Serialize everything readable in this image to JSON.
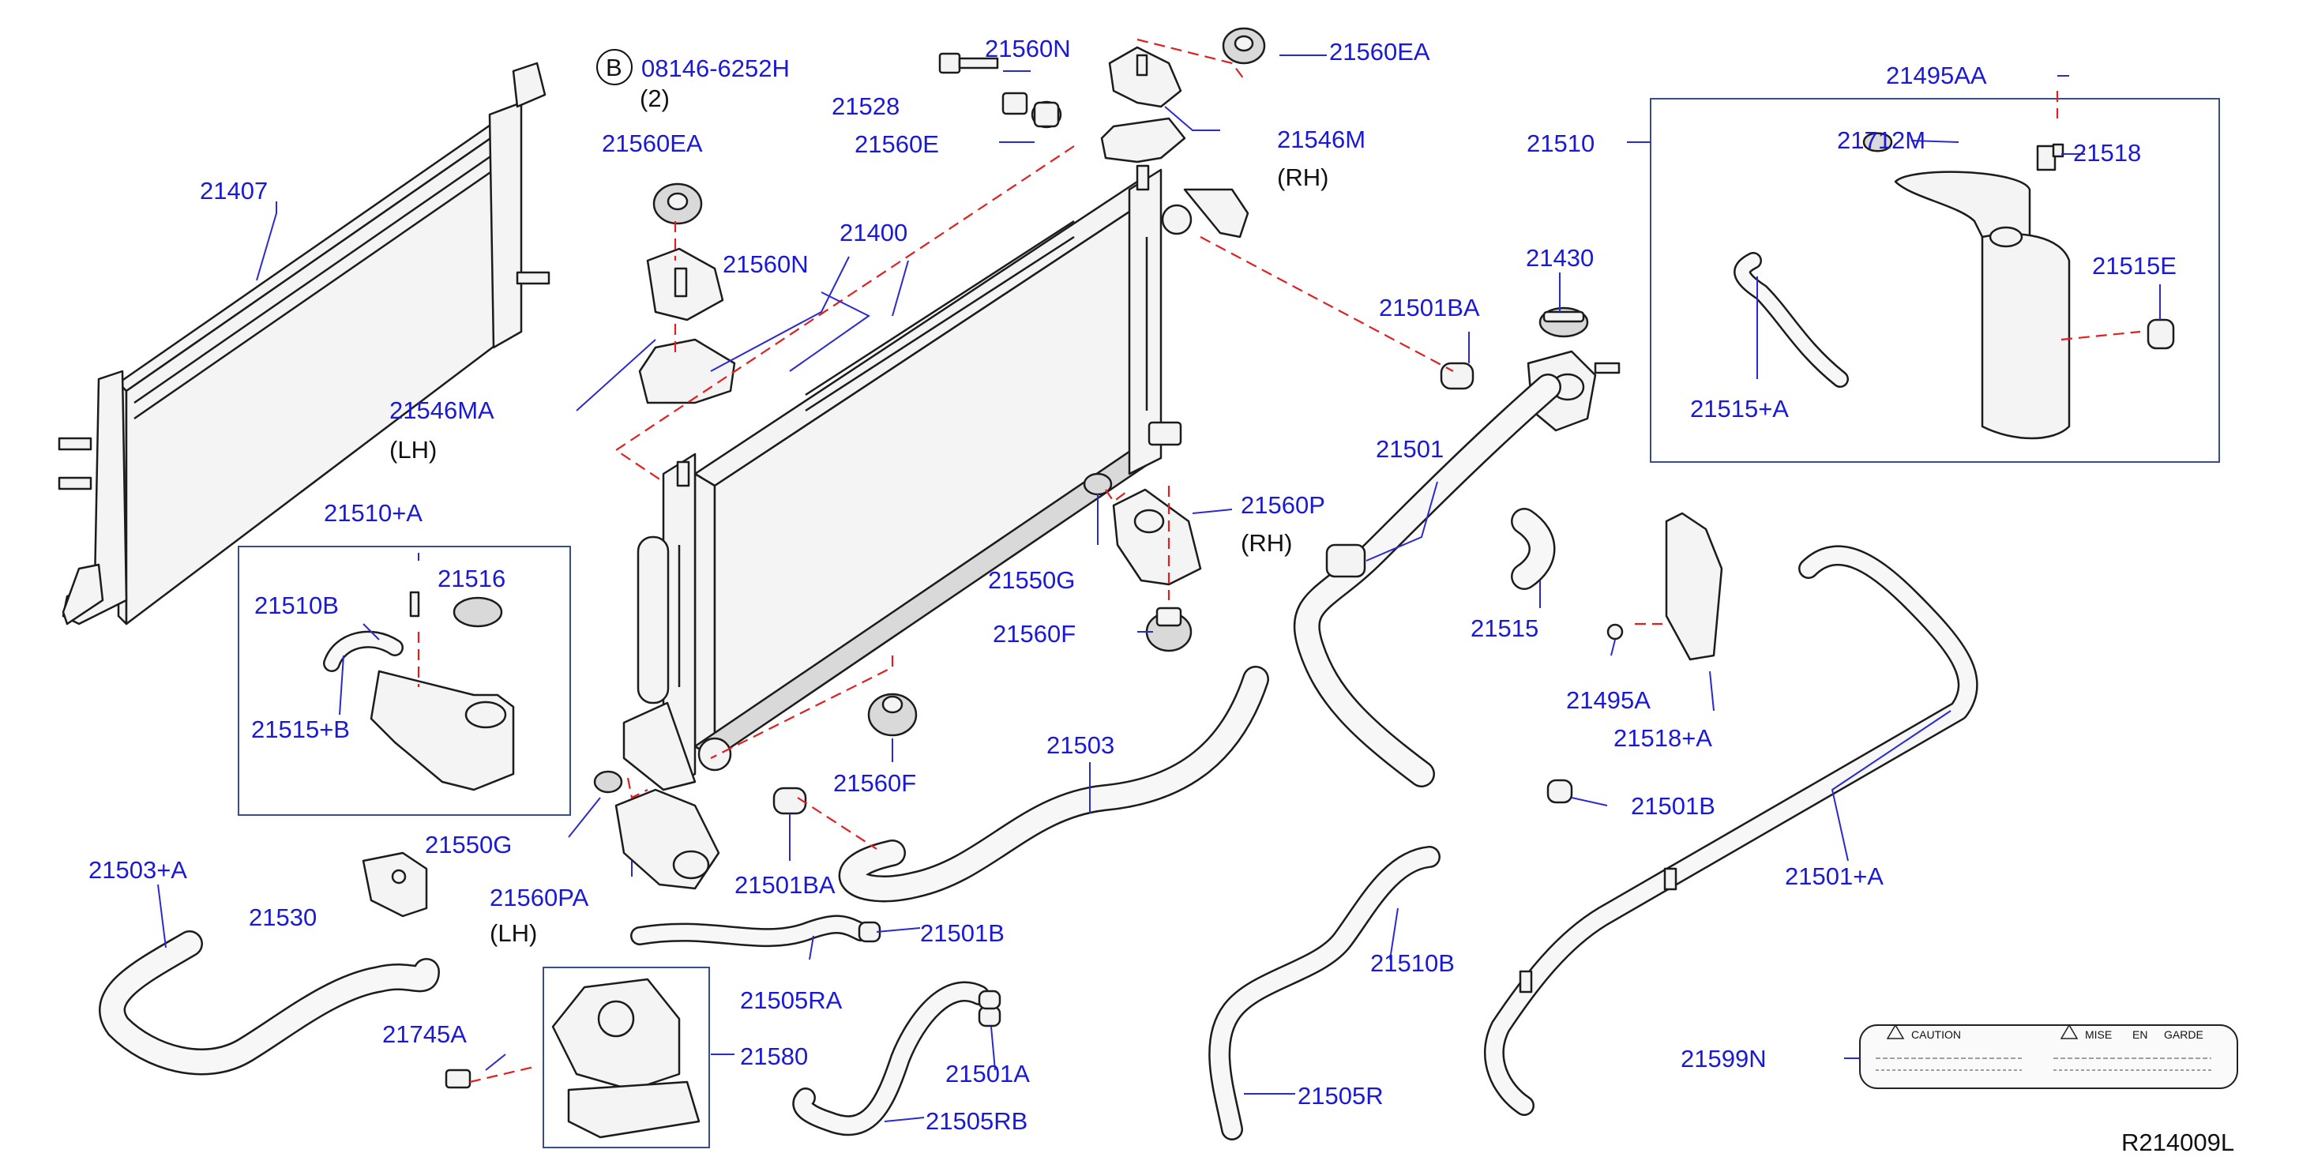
{
  "diagram": {
    "reference_code": "R214009L",
    "bolt_spec": {
      "letter": "B",
      "part": "08146-6252H",
      "qty": "(2)"
    },
    "caution_label": {
      "left_heading": "CAUTION",
      "right_heading_1": "MISE",
      "right_heading_2": "EN",
      "right_heading_3": "GARDE"
    },
    "labels": {
      "p21407": "21407",
      "p21560EA_left": "21560EA",
      "p21560N_left": "21560N",
      "p21546MA": "21546MA",
      "lh_1": "(LH)",
      "p21400": "21400",
      "p21528": "21528",
      "p21560N_top": "21560N",
      "p21560E": "21560E",
      "p21560EA_top": "21560EA",
      "p21546M": "21546M",
      "rh_1": "(RH)",
      "p21510": "21510",
      "p21495AA": "21495AA",
      "p21712M": "21712M",
      "p21518": "21518",
      "p21515E": "21515E",
      "p21515A": "21515+A",
      "p21430": "21430",
      "p21501BA_top": "21501BA",
      "p21501": "21501",
      "p21515": "21515",
      "p21560P": "21560P",
      "rh_2": "(RH)",
      "p21550G_mid": "21550G",
      "p21560F_mid": "21560F",
      "p21510A": "21510+A",
      "p21510B_box": "21510B",
      "p21516": "21516",
      "p21515B": "21515+B",
      "p21550G_low": "21550G",
      "p21560PA": "21560PA",
      "lh_2": "(LH)",
      "p21560F_low": "21560F",
      "p21503": "21503",
      "p21501BA_low": "21501BA",
      "p21495A": "21495A",
      "p21518A": "21518+A",
      "p21501B_right": "21501B",
      "p21503A": "21503+A",
      "p21530": "21530",
      "p21501B_low": "21501B",
      "p21505RA": "21505RA",
      "p21510B_low": "21510B",
      "p21501A": "21501+A",
      "p21745A": "21745A",
      "p21580": "21580",
      "p21501A_clamp": "21501A",
      "p21505RB": "21505RB",
      "p21505R": "21505R",
      "p21599N": "21599N"
    }
  }
}
